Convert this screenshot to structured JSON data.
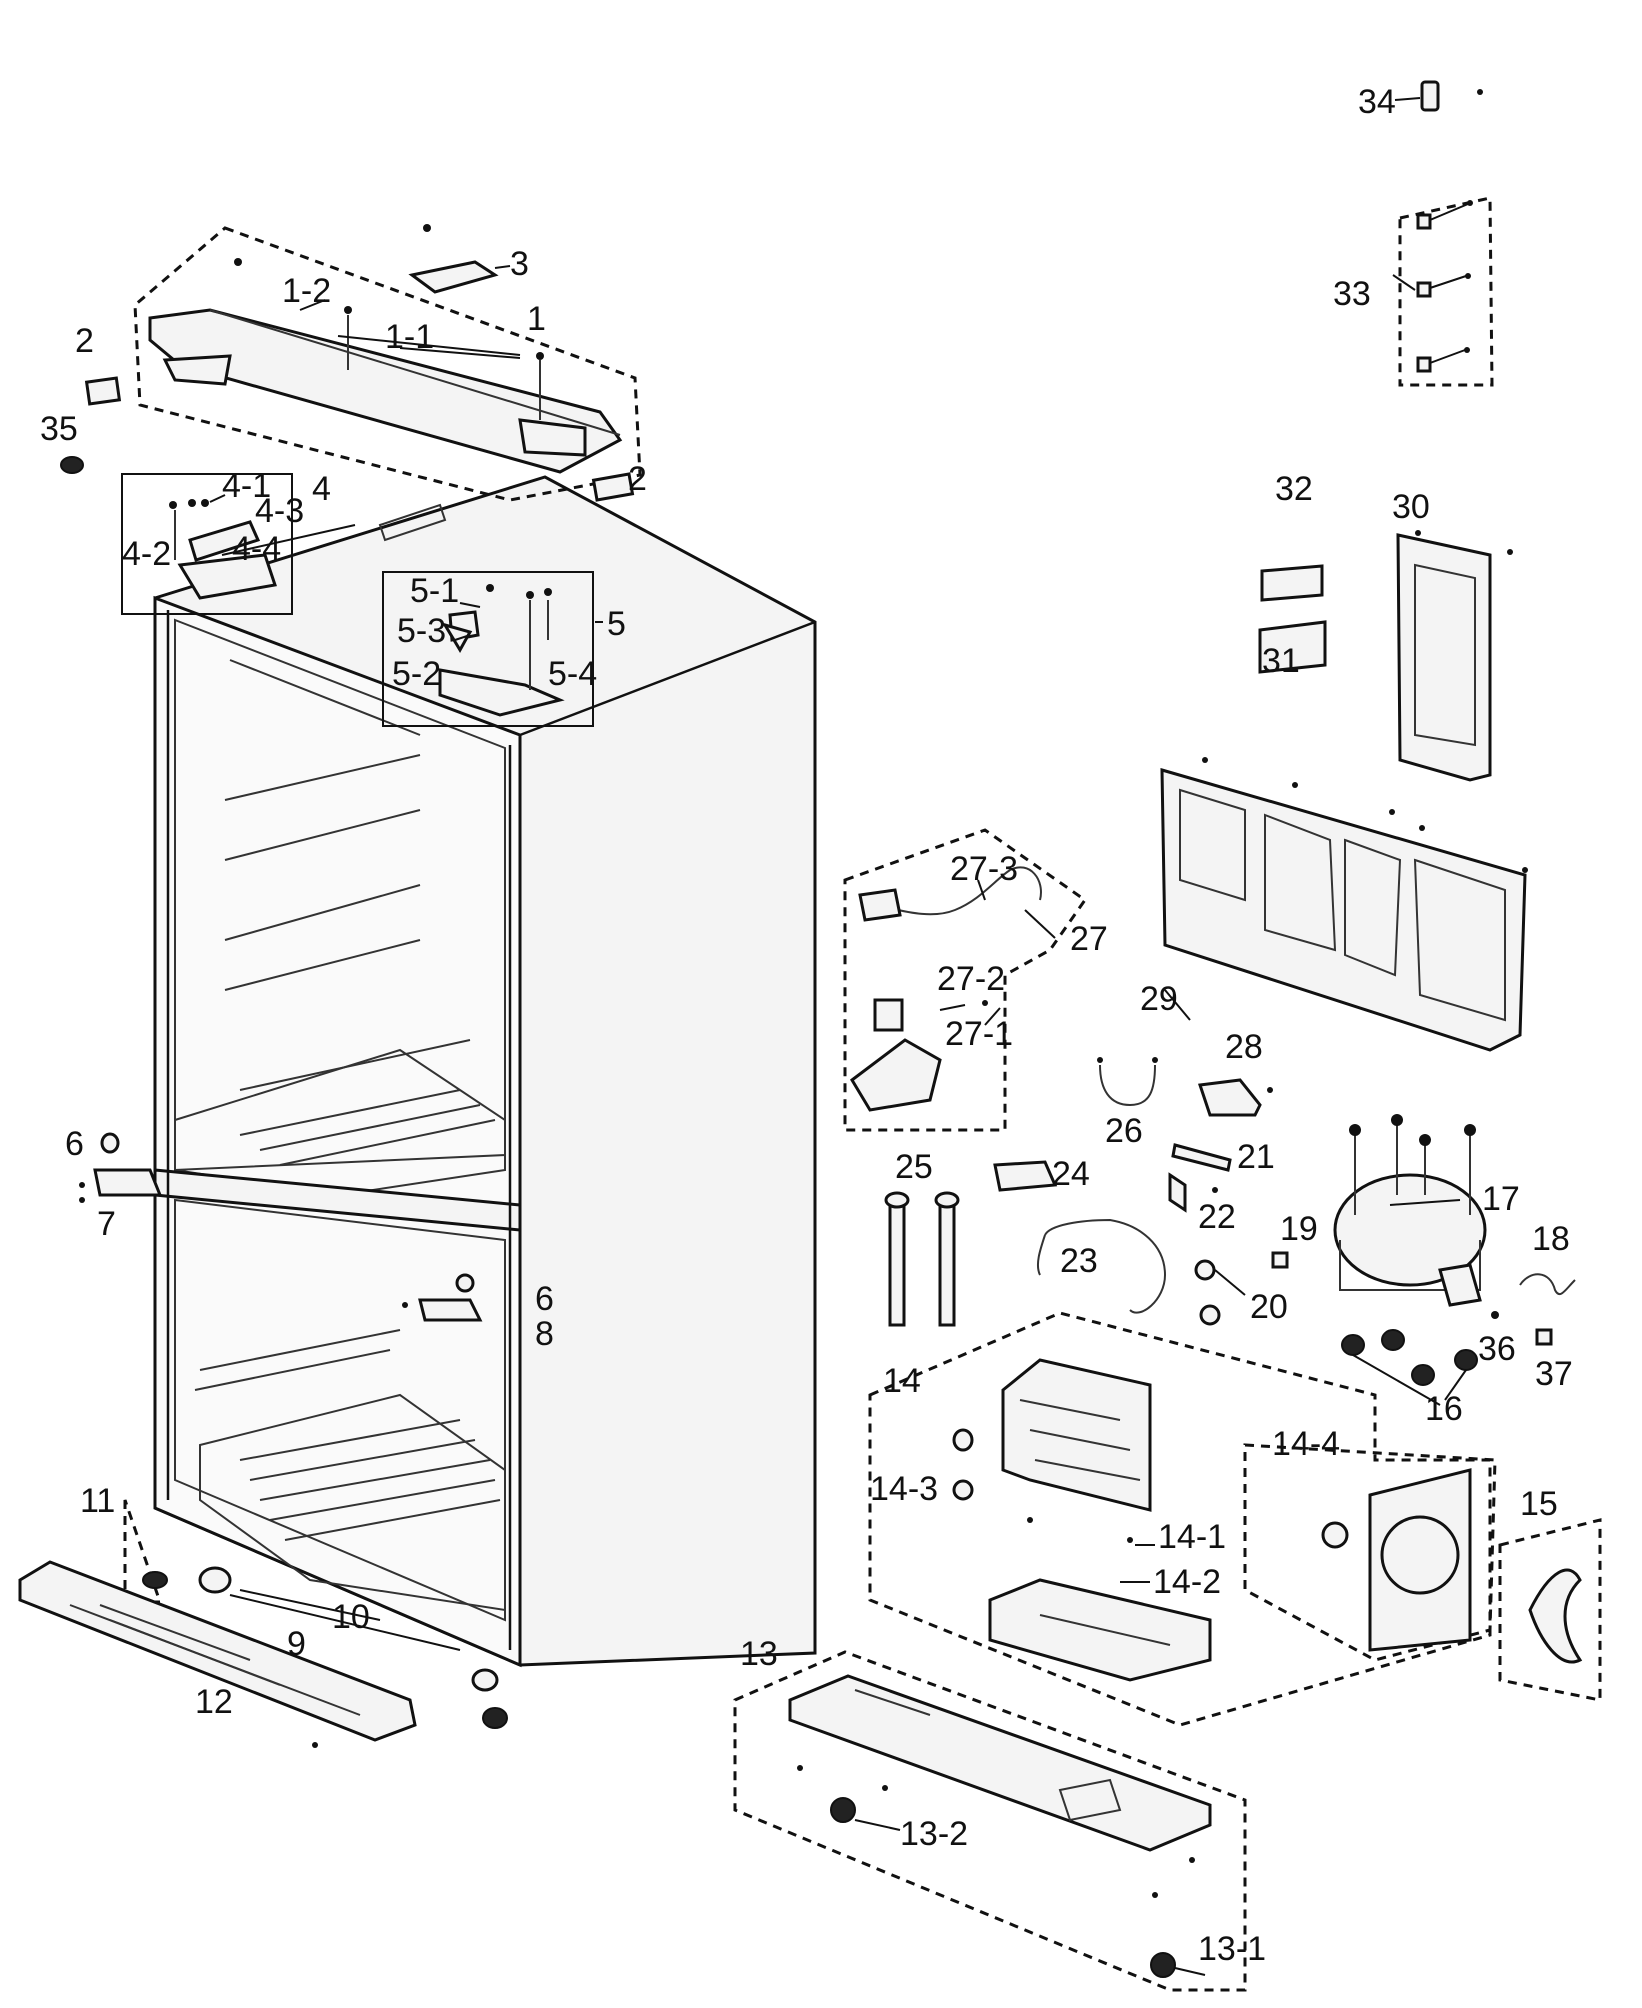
{
  "callouts": {
    "c1": "1",
    "c1_1": "1-1",
    "c1_2": "1-2",
    "c2a": "2",
    "c2b": "2",
    "c3": "3",
    "c4": "4",
    "c4_1": "4-1",
    "c4_2": "4-2",
    "c4_3": "4-3",
    "c4_4": "4-4",
    "c5": "5",
    "c5_1": "5-1",
    "c5_2": "5-2",
    "c5_3": "5-3",
    "c5_4": "5-4",
    "c6a": "6",
    "c6b": "6",
    "c7": "7",
    "c8": "8",
    "c9": "9",
    "c10": "10",
    "c11": "11",
    "c12": "12",
    "c13": "13",
    "c13_1": "13-1",
    "c13_2": "13-2",
    "c14": "14",
    "c14_1": "14-1",
    "c14_2": "14-2",
    "c14_3": "14-3",
    "c14_4": "14-4",
    "c15": "15",
    "c16": "16",
    "c17": "17",
    "c18": "18",
    "c19": "19",
    "c20": "20",
    "c21": "21",
    "c22": "22",
    "c23": "23",
    "c24": "24",
    "c25": "25",
    "c26": "26",
    "c27": "27",
    "c27_1": "27-1",
    "c27_2": "27-2",
    "c27_3": "27-3",
    "c28": "28",
    "c29": "29",
    "c30": "30",
    "c31": "31",
    "c32": "32",
    "c33": "33",
    "c34": "34",
    "c35": "35",
    "c36": "36",
    "c37": "37"
  }
}
